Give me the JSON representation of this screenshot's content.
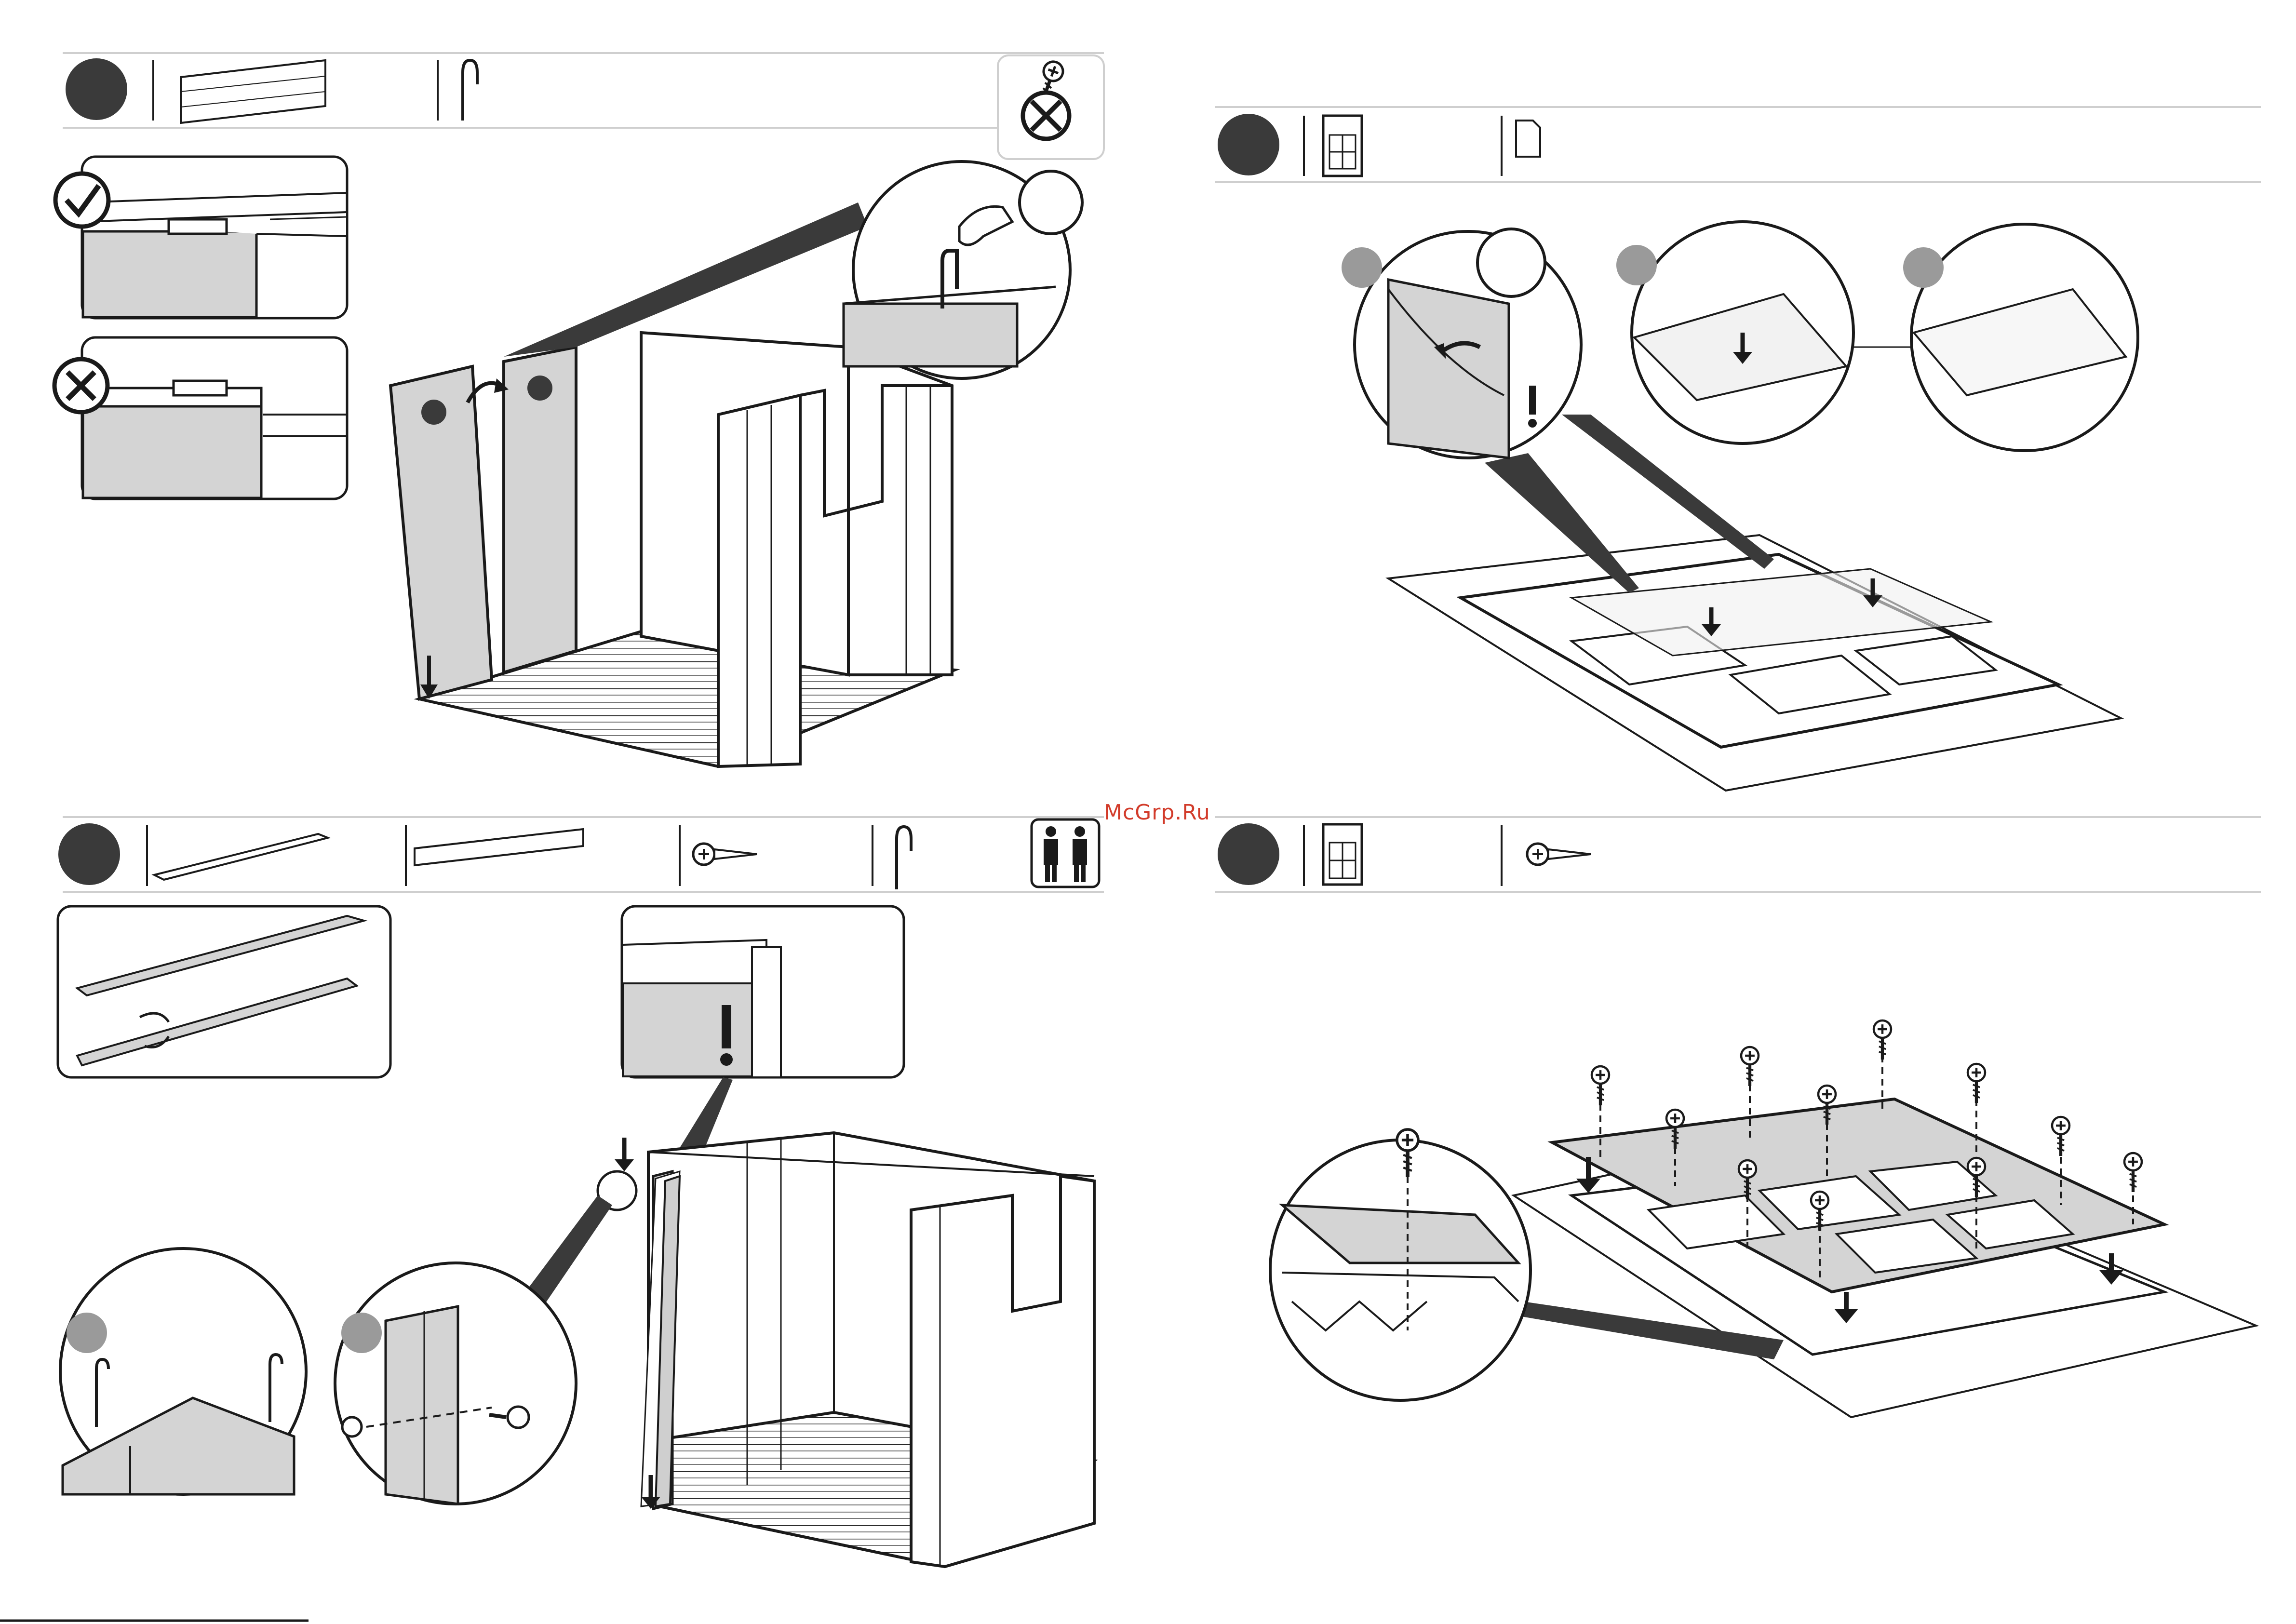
{
  "watermark": {
    "text": "McGrp.Ru"
  },
  "steps": [
    {
      "id": "step-a",
      "parts": [
        "wall-panel",
        "pin-clip"
      ],
      "tools": [
        "no-screw-icon"
      ],
      "callouts": [
        "check-icon",
        "cross-icon"
      ]
    },
    {
      "id": "step-b",
      "parts": [
        "window-frame",
        "film-sheet"
      ],
      "tools": [],
      "callouts": [
        "warning-icon",
        "down-arrow-icon"
      ]
    },
    {
      "id": "step-c",
      "parts": [
        "roof-strip",
        "beam",
        "screw",
        "pin-clip"
      ],
      "tools": [
        "two-person-icon"
      ],
      "callouts": [
        "warning-icon"
      ]
    },
    {
      "id": "step-d",
      "parts": [
        "window-frame",
        "screw"
      ],
      "tools": [],
      "callouts": [
        "down-arrow-icon"
      ]
    }
  ],
  "colors": {
    "ink": "#1a1a1a",
    "panel": "#d4d4d4",
    "badge": "#3a3a3a",
    "subbadge": "#9a9a9a",
    "rule": "#c8c8c8",
    "watermark": "#d23b2a"
  }
}
